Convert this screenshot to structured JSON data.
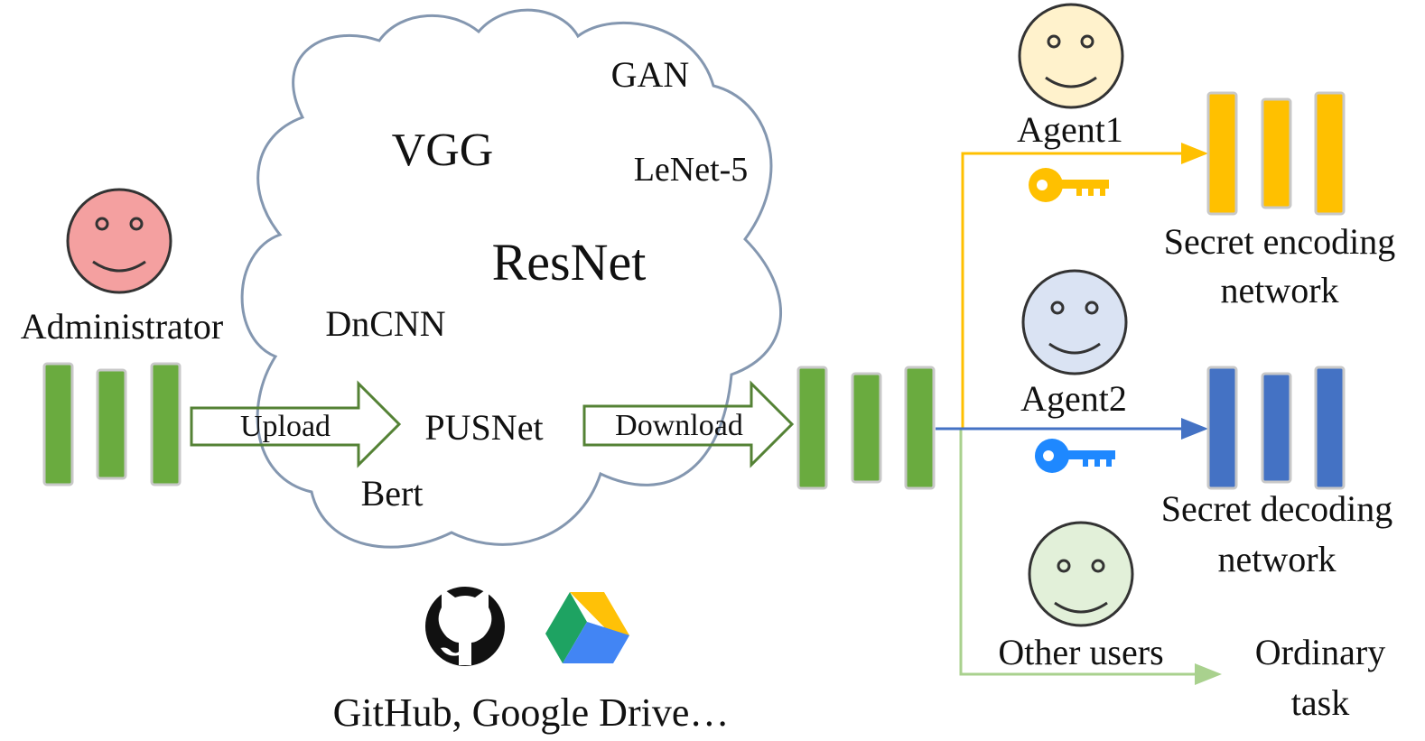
{
  "colors": {
    "uploaded_network": "#6aab3f",
    "agent1_accent": "#ffc000",
    "agent2_accent": "#4472c4",
    "other_users_accent": "#a9d18e",
    "administrator_face": "#f4a0a0",
    "agent1_face": "#fff2cc",
    "agent2_face": "#dae3f3",
    "other_users_face": "#e2f0d9",
    "cloud_outline": "#8497b0"
  },
  "roles": {
    "administrator": "Administrator",
    "agent1": "Agent1",
    "agent2": "Agent2",
    "other_users": "Other users"
  },
  "cloud": {
    "models": [
      "GAN",
      "VGG",
      "LeNet-5",
      "ResNet",
      "DnCNN",
      "PUSNet",
      "Bert"
    ]
  },
  "arrows": {
    "upload": "Upload",
    "download": "Download"
  },
  "outputs": {
    "encoding_line1": "Secret encoding",
    "encoding_line2": "network",
    "decoding_line1": "Secret decoding",
    "decoding_line2": "network",
    "ordinary_line1": "Ordinary",
    "ordinary_line2": "task"
  },
  "hosting": {
    "caption": "GitHub, Google Drive…",
    "icons": [
      "github-icon",
      "google-drive-icon"
    ]
  },
  "keys": [
    "agent1-key-icon",
    "agent2-key-icon"
  ]
}
